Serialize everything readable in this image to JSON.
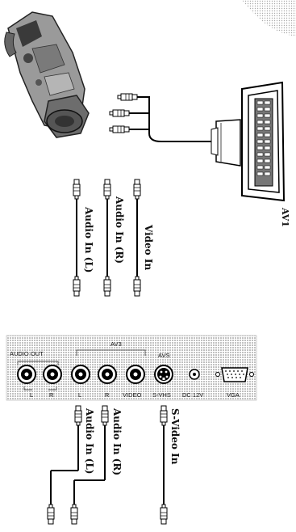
{
  "labels": {
    "av1": "AV1",
    "video_in": "Video In",
    "audio_in_r_top": "Audio In (R)",
    "audio_in_l_top": "Audio In (L)",
    "audio_in_r_bottom": "Audio In (R)",
    "audio_in_l_bottom": "Audio In (L)",
    "s_video_in": "S-Video In"
  },
  "panel": {
    "audio_out": "AUDIO OUT",
    "av3": "AV3",
    "avs": "AVS",
    "l1": "L",
    "r1": "R",
    "l2": "L",
    "r2": "R",
    "video": "VIDEO",
    "svhs": "S-VHS",
    "dc12v": "DC 12V",
    "vga": "VGA"
  }
}
